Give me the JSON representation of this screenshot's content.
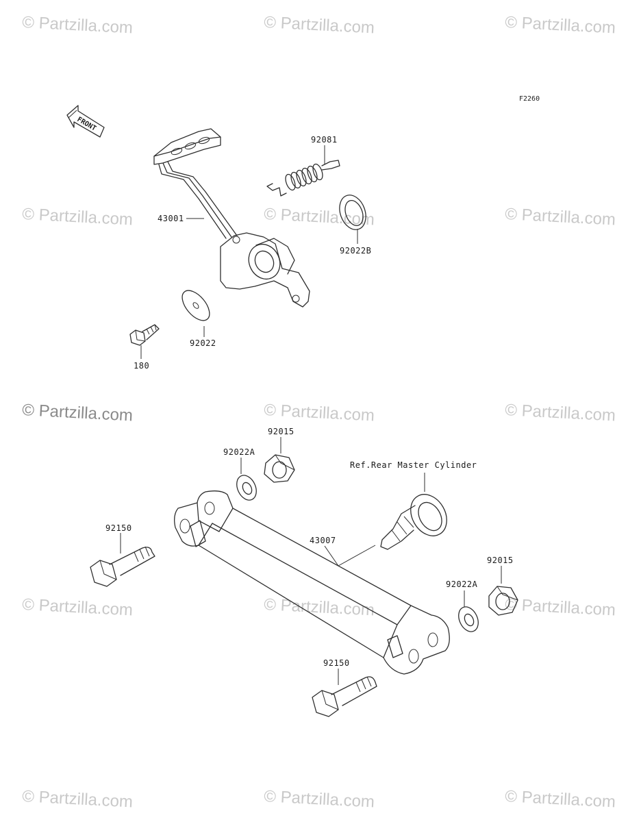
{
  "diagram_code": "F2260",
  "front_label": "FRONT",
  "watermark": "© Partzilla.com",
  "labels": {
    "p43001": "43001",
    "p92081": "92081",
    "p92022B": "92022B",
    "p92022": "92022",
    "p180": "180",
    "p92015_top": "92015",
    "p92022A_top": "92022A",
    "ref_note": "Ref.Rear Master Cylinder",
    "p92150_top": "92150",
    "p43007": "43007",
    "p92015_right": "92015",
    "p92022A_right": "92022A",
    "p92150_bottom": "92150"
  }
}
